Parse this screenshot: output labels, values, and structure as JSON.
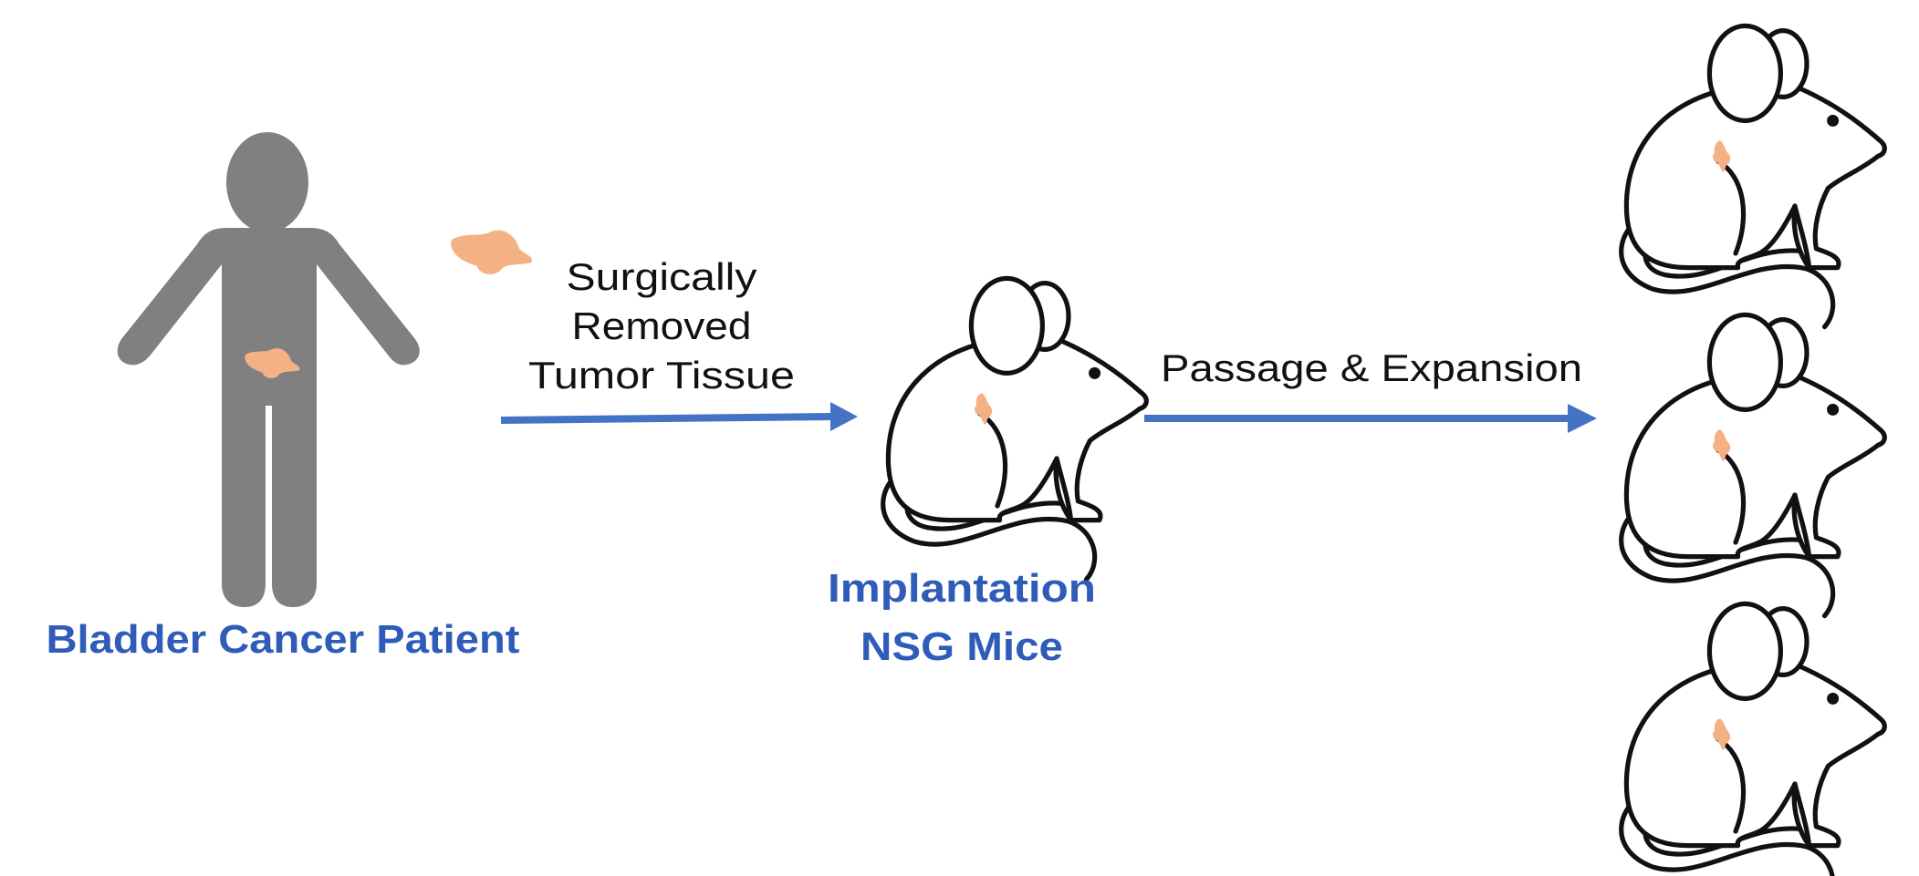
{
  "patient": {
    "label": "Bladder Cancer Patient"
  },
  "tissue": {
    "lines": [
      "Surgically",
      "Removed",
      "Tumor Tissue"
    ]
  },
  "implantation": {
    "lines": [
      "Implantation",
      "NSG Mice"
    ]
  },
  "passage": {
    "label": "Passage & Expansion"
  },
  "colors": {
    "arrow": "#4472c4",
    "label_blue": "#2f5cb8",
    "tumor": "#f4b183",
    "person": "#808080"
  }
}
